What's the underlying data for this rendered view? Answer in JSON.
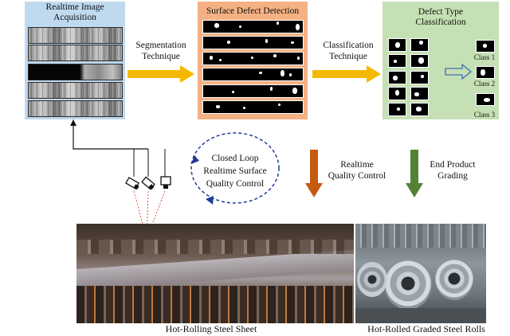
{
  "panels": {
    "acquisition": {
      "title_line1": "Realtime Image",
      "title_line2": "Acquisition",
      "bg": "#bfd9ef"
    },
    "detection": {
      "title": "Surface Defect Detection",
      "bg": "#f4b183"
    },
    "classification": {
      "title_line1": "Defect  Type",
      "title_line2": "Classification",
      "bg": "#c5e0b4",
      "class_labels": [
        "Class 1",
        "Class 2",
        "Class 3"
      ]
    }
  },
  "arrows": {
    "segmentation": {
      "line1": "Segmentation",
      "line2": "Technique"
    },
    "classification": {
      "line1": "Classification",
      "line2": "Technique"
    },
    "quality_control": {
      "line1": "Realtime",
      "line2": "Quality Control"
    },
    "grading": {
      "line1": "End Product",
      "line2": "Grading"
    }
  },
  "loop": {
    "line1": "Closed Loop",
    "line2": "Realtime Surface",
    "line3": "Quality Control"
  },
  "captions": {
    "left": "Hot-Rolling Steel Sheet",
    "right": "Hot-Rolled Graded Steel Rolls"
  },
  "colors": {
    "yellow_arrow": "#f5b800",
    "orange_arrow": "#c55a11",
    "green_arrow": "#548235",
    "loop_line": "#1f3b99"
  }
}
